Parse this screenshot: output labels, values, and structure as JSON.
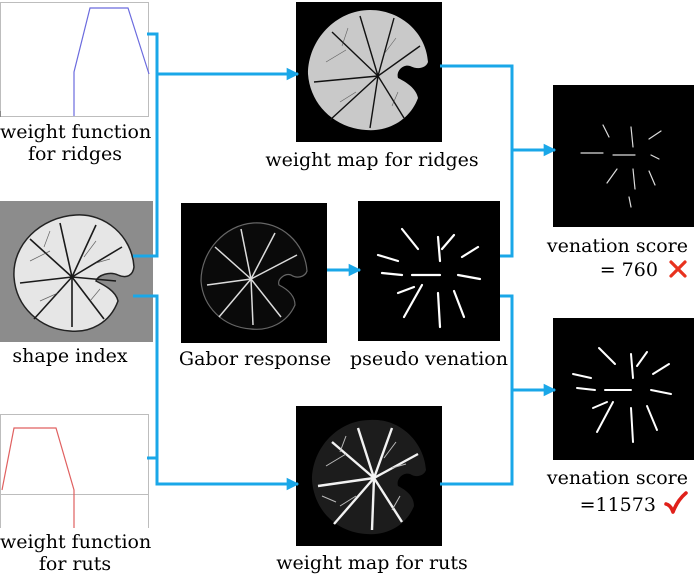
{
  "labels": {
    "wf_ridges_1": "weight function",
    "wf_ridges_2": "for ridges",
    "wm_ridges": "weight map for ridges",
    "shape_index": "shape index",
    "gabor": "Gabor response",
    "pseudo": "pseudo venation",
    "wf_ruts_1": "weight function",
    "wf_ruts_2": "for ruts",
    "wm_ruts": "weight map for ruts",
    "score1_title": "venation score",
    "score1_value": "= 760",
    "score2_title": "venation score",
    "score2_value": "=11573"
  },
  "icons": {
    "score1": "cross-icon",
    "score2": "checkmark-icon"
  },
  "colors": {
    "arrow": "#1aa7e8",
    "ridge_curve": "#6b6bde",
    "rut_curve": "#e06060",
    "cross": "#e8321e",
    "check": "#e0201a",
    "shape_bg": "#8c8c8c"
  }
}
